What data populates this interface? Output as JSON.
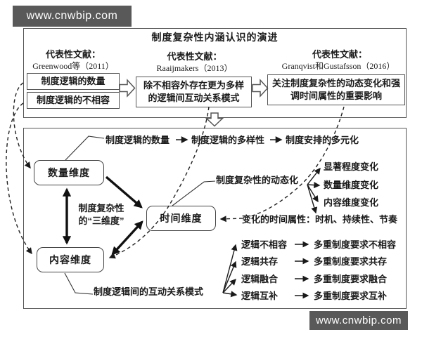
{
  "watermarks": {
    "top": "www.cnwbip.com",
    "bottom": "www.cnwbip.com"
  },
  "colors": {
    "ink": "#1a1a1a",
    "border": "#555555",
    "watermark_bg": "#595959",
    "watermark_text": "#ffffff"
  },
  "evolution": {
    "title": "制度复杂性内涵认识的演进",
    "stages": [
      {
        "header": "代表性文献：",
        "source": "Greenwood等（2011）",
        "boxes": [
          "制度逻辑的数量",
          "制度逻辑的不相容"
        ]
      },
      {
        "header": "代表性文献：",
        "source": "Raaijmakers（2013）",
        "box_lines": [
          "除不相容外存在更为多样",
          "的逻辑间互动关系模式"
        ]
      },
      {
        "header": "代表性文献：",
        "source": "Granqvist和Gustafsson（2016）",
        "box_lines": [
          "关注制度复杂性的动态变化和强",
          "调时间属性的重要影响"
        ]
      }
    ]
  },
  "framework": {
    "dimensions": {
      "quantity": "数量维度",
      "content": "内容维度",
      "time": "时间维度"
    },
    "core_label_lines": [
      "制度复杂性",
      "的“三维度”"
    ],
    "quantity_chain": [
      "制度逻辑的数量",
      "制度逻辑的多样性",
      "制度安排的多元化"
    ],
    "time_annotation": "制度复杂性的动态化",
    "dynamic_changes": [
      "显著程度变化",
      "数量维度变化",
      "内容维度变化"
    ],
    "time_attributes": "变化的时间属性：时机、持续性、节奏",
    "content_annotation": "制度逻辑间的互动关系模式",
    "interaction_patterns": [
      {
        "from": "逻辑不相容",
        "to": "多重制度要求不相容"
      },
      {
        "from": "逻辑共存",
        "to": "多重制度要求共存"
      },
      {
        "from": "逻辑融合",
        "to": "多重制度要求融合"
      },
      {
        "from": "逻辑互补",
        "to": "多重制度要求互补"
      }
    ]
  }
}
